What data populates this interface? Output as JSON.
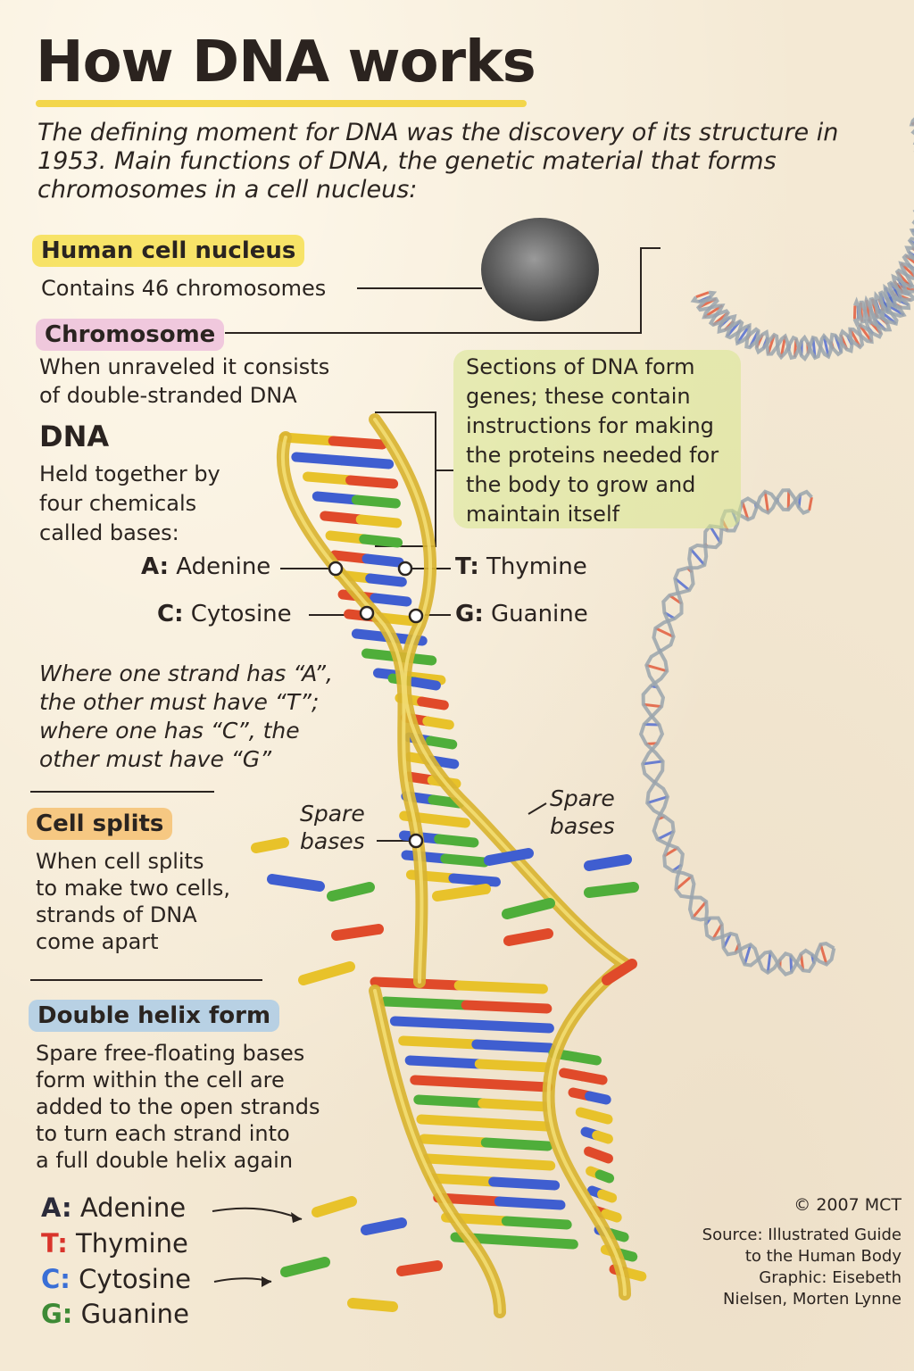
{
  "title": "How DNA works",
  "intro": "The defining moment for DNA was the discovery of its structure in 1953. Main functions of DNA, the genetic material that forms chromosomes in a cell nucleus:",
  "nucleus": {
    "heading": "Human cell nucleus",
    "text": "Contains 46 chromosomes"
  },
  "chromosome": {
    "heading": "Chromosome",
    "text_line1": "When unraveled it consists",
    "text_line2": "of double-stranded DNA"
  },
  "genes_note": {
    "line1": "Sections of DNA form",
    "line2": "genes; these contain",
    "line3": "instructions for making",
    "line4": "the proteins needed for",
    "line5": "the body to grow and",
    "line6": "maintain itself"
  },
  "dna": {
    "heading": "DNA",
    "line1": "Held together by",
    "line2": "four chemicals",
    "line3": "called bases:"
  },
  "base_labels": {
    "a_letter": "A:",
    "a_name": "Adenine",
    "t_letter": "T:",
    "t_name": "Thymine",
    "c_letter": "C:",
    "c_name": "Cytosine",
    "g_letter": "G:",
    "g_name": "Guanine"
  },
  "pairing_rule": {
    "line1": "Where one strand has “A”,",
    "line2": "the other must have “T”;",
    "line3": "where one has “C”, the",
    "line4": "other must have “G”"
  },
  "cell_splits": {
    "heading": "Cell splits",
    "line1": "When cell splits",
    "line2": "to make two cells,",
    "line3": "strands of DNA",
    "line4": "come apart"
  },
  "spare_bases": {
    "left_line1": "Spare",
    "left_line2": "bases",
    "right_line1": "Spare",
    "right_line2": "bases"
  },
  "double_helix": {
    "heading": "Double helix form",
    "line1": "Spare free-floating bases",
    "line2": "form within the cell are",
    "line3": "added to the open strands",
    "line4": "to turn each strand into",
    "line5": "a full double helix again"
  },
  "legend": [
    {
      "letter": "A:",
      "name": "Adenine",
      "color": "#2b2b3a"
    },
    {
      "letter": "T:",
      "name": "Thymine",
      "color": "#d9342b"
    },
    {
      "letter": "C:",
      "name": "Cytosine",
      "color": "#3a6fd6"
    },
    {
      "letter": "G:",
      "name": "Guanine",
      "color": "#3d8a35"
    }
  ],
  "credits": {
    "copyright": "© 2007 MCT",
    "line1": "Source: Illustrated Guide",
    "line2": "to the Human Body",
    "line3": "Graphic: Eisebeth",
    "line4": "Nielsen, Morten Lynne"
  },
  "colors": {
    "adenine": "#3f5ed0",
    "thymine": "#e8c22a",
    "cytosine": "#e04a2a",
    "guanine": "#4fae3a",
    "backbone": "#e2bf3a",
    "highlight_yellow": "#f2d33a"
  }
}
